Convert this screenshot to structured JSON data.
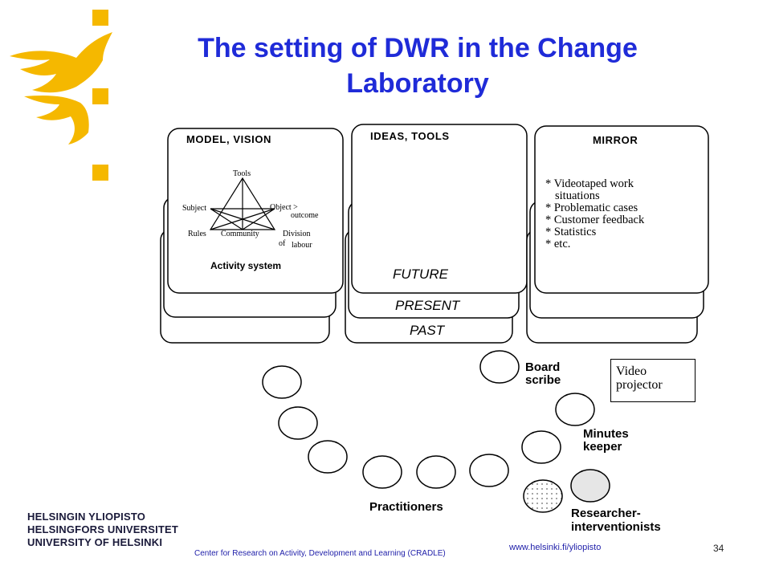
{
  "title_line1": "The setting of DWR in the Change",
  "title_line2": "Laboratory",
  "panels": {
    "model": {
      "heading": "MODEL, VISION",
      "triangle": {
        "tools": "Tools",
        "subject": "Subject",
        "object": "Object >",
        "outcome": "outcome",
        "rules": "Rules",
        "community": "Community",
        "division": "Division",
        "of": "of",
        "labour": "labour"
      },
      "caption": "Activity system"
    },
    "ideas": {
      "heading": "IDEAS, TOOLS",
      "future": "FUTURE",
      "present": "PRESENT",
      "past": "PAST"
    },
    "mirror": {
      "heading": "MIRROR",
      "items": [
        "* Videotaped work",
        "situations",
        "* Problematic cases",
        "* Customer feedback",
        "* Statistics",
        "* etc."
      ]
    }
  },
  "roles": {
    "board_scribe_1": "Board",
    "board_scribe_2": "scribe",
    "video_1": "Video",
    "video_2": "projector",
    "minutes_1": "Minutes",
    "minutes_2": "keeper",
    "practitioners": "Practitioners",
    "researcher_1": "Researcher-",
    "researcher_2": "interventionists"
  },
  "footer": {
    "uni_fi": "HELSINGIN YLIOPISTO",
    "uni_sv": "HELSINGFORS UNIVERSITET",
    "uni_en": "UNIVERSITY OF HELSINKI",
    "center": "Center for Research on Activity, Development and Learning (CRADLE)",
    "url": "www.helsinki.fi/yliopisto",
    "page": "34"
  },
  "colors": {
    "title": "#1f2bd8",
    "logo": "#f5b800"
  }
}
